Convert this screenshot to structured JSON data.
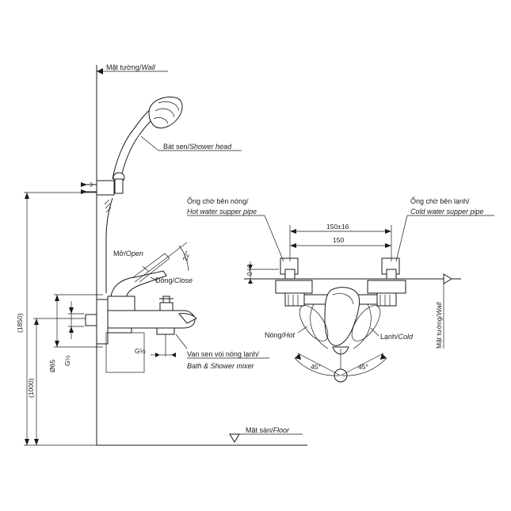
{
  "labels": {
    "wall_vi": "Mặt tường/",
    "wall_en": "Wall",
    "shower_head_vi": "Bát sen/",
    "shower_head_en": "Shower head",
    "open_vi": "Mở/",
    "open_en": "Open",
    "close_vi": "Đóng/",
    "close_en": "Close",
    "angle_open": "22°",
    "mixer_vi": "Van sen vòi nóng lạnh/",
    "mixer_en": "Bath & Shower mixer",
    "floor_vi": "Mặt sàn/",
    "floor_en": "Floor",
    "hot_pipe_vi": "Ống chờ bên nóng/",
    "hot_pipe_en": "Hot water supper pipe",
    "cold_pipe_vi": "Ống chờ bên lạnh/",
    "cold_pipe_en": "Cold water supper pipe",
    "hot_vi": "Nóng/",
    "hot_en": "Hot",
    "cold_vi": "Lạnh/",
    "cold_en": "Cold",
    "wall_vertical_vi": "Mặt tường/",
    "wall_vertical_en": "Wall"
  },
  "dimensions": {
    "height_total": "(1850)",
    "height_mixer": "(1000)",
    "dia_65": "Ø65",
    "g_half_left": "G½",
    "g_half_bottom": "G½",
    "offset": "0~6",
    "center_tol": "150±16",
    "center": "150",
    "angle_left": "45°",
    "angle_right": "45°"
  }
}
